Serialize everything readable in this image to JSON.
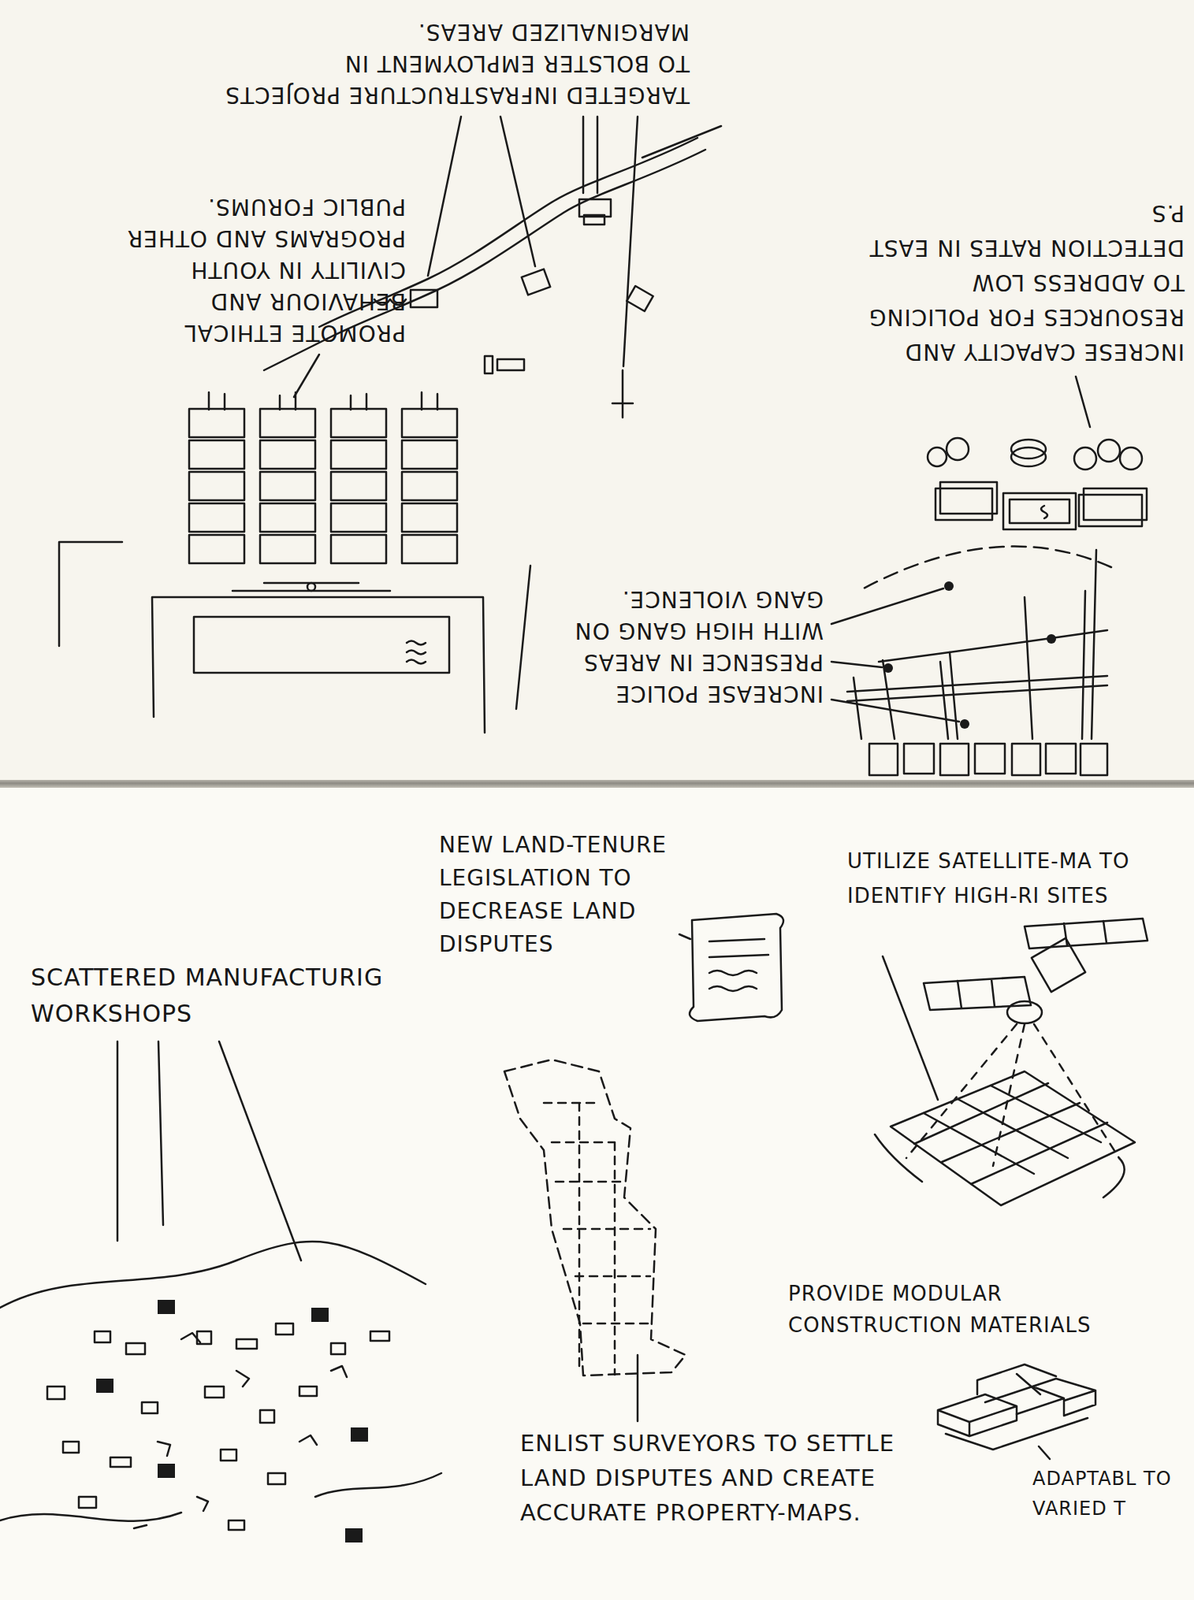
{
  "diagram": {
    "labels": [
      "TARGETED INFRASTRUCTURE PROJECTS TO BOLSTER EMPLOYMENT IN MARGINALIZED AREAS.",
      "PROMOTE ETHICAL BEHAVIOUR AND CIVILITY IN YOUTH PROGRAMS AND OTHER PUBLIC FORUMS.",
      "INCRESE CAPACITY AND RESOURCES FOR POLICING TO ADDRESS LOW DETECTION RATES IN EAST P.S",
      "INCREASE POLICE PRESENCE IN AREAS WITH HIGH GANG ON GANG VIOLENCE.",
      "NEW LAND-TENURE LEGISLATION TO DECREASE LAND DISPUTES",
      "UTILIZE SATELLITE-MA TO IDENTIFY HIGH-RI SITES",
      "SCATTERED MANUFACTURIG WORKSHOPS",
      "PROVIDE MODULAR CONSTRUCTION MATERIALS",
      "ENLIST SURVEYORS TO SETTLE LAND DISPUTES AND CREATE ACCURATE PROPERTY-MAPS.",
      "ADAPTABL TO VARIED T"
    ]
  }
}
